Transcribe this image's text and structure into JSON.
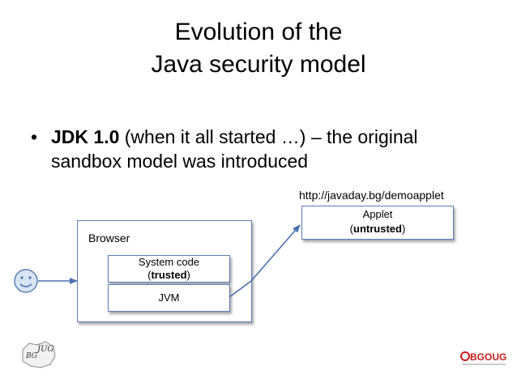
{
  "slide": {
    "title_line1": "Evolution of the",
    "title_line2": "Java security model",
    "bullet_marker": "•",
    "bullet_bold": "JDK 1.0",
    "bullet_rest": " (when it all started …) – the original sandbox model was introduced"
  },
  "diagram": {
    "url": "http://javaday.bg/demoapplet",
    "browser_label": "Browser",
    "system_code_label": "System code",
    "system_code_trust": "trusted",
    "jvm_label": "JVM",
    "applet_label": "Applet",
    "applet_trust": "untrusted"
  },
  "logos": {
    "left_text_1": "BG",
    "left_text_2": "JUG",
    "right_text": "BGOUG"
  },
  "colors": {
    "accent_blue": "#4a72b0",
    "smiley_fill": "#d7e4f4",
    "logo_red": "#c8201e"
  }
}
